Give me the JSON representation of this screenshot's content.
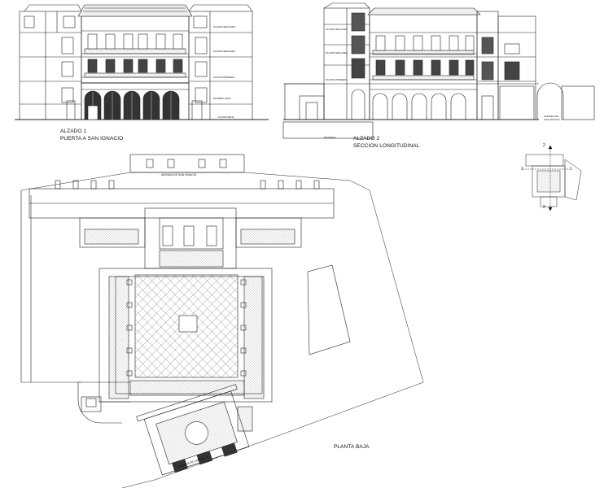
{
  "elevation1": {
    "caption": "ALZADO 1",
    "subtitle": "PUERTA A SAN IGNACIO",
    "level_labels": [
      "PLANTA SEGUNDA",
      "PLANTA SEGUNDA",
      "PLANTA PRIMERA",
      "ENTREPLANTA",
      "PLANTA BAJA"
    ]
  },
  "elevation2": {
    "caption": "ALZADO 2",
    "subtitle": "SECCION LONGITUDINAL",
    "level_labels": [
      "PLANTA SEGUNDA",
      "PLANTA SEGUNDA",
      "PLANTA PRIMERA"
    ],
    "side_label": "AVENIDA DE SAN IGNACIO",
    "base_label": "ENTRADA"
  },
  "plan": {
    "caption": "PLANTA BAJA",
    "street_top": "AVENIDA DE SAN IGNACIO",
    "street_bottom": "AVENIDA DE CARLOS III"
  },
  "key_plan": {
    "marks": [
      "2",
      "1",
      "1",
      "2"
    ]
  }
}
